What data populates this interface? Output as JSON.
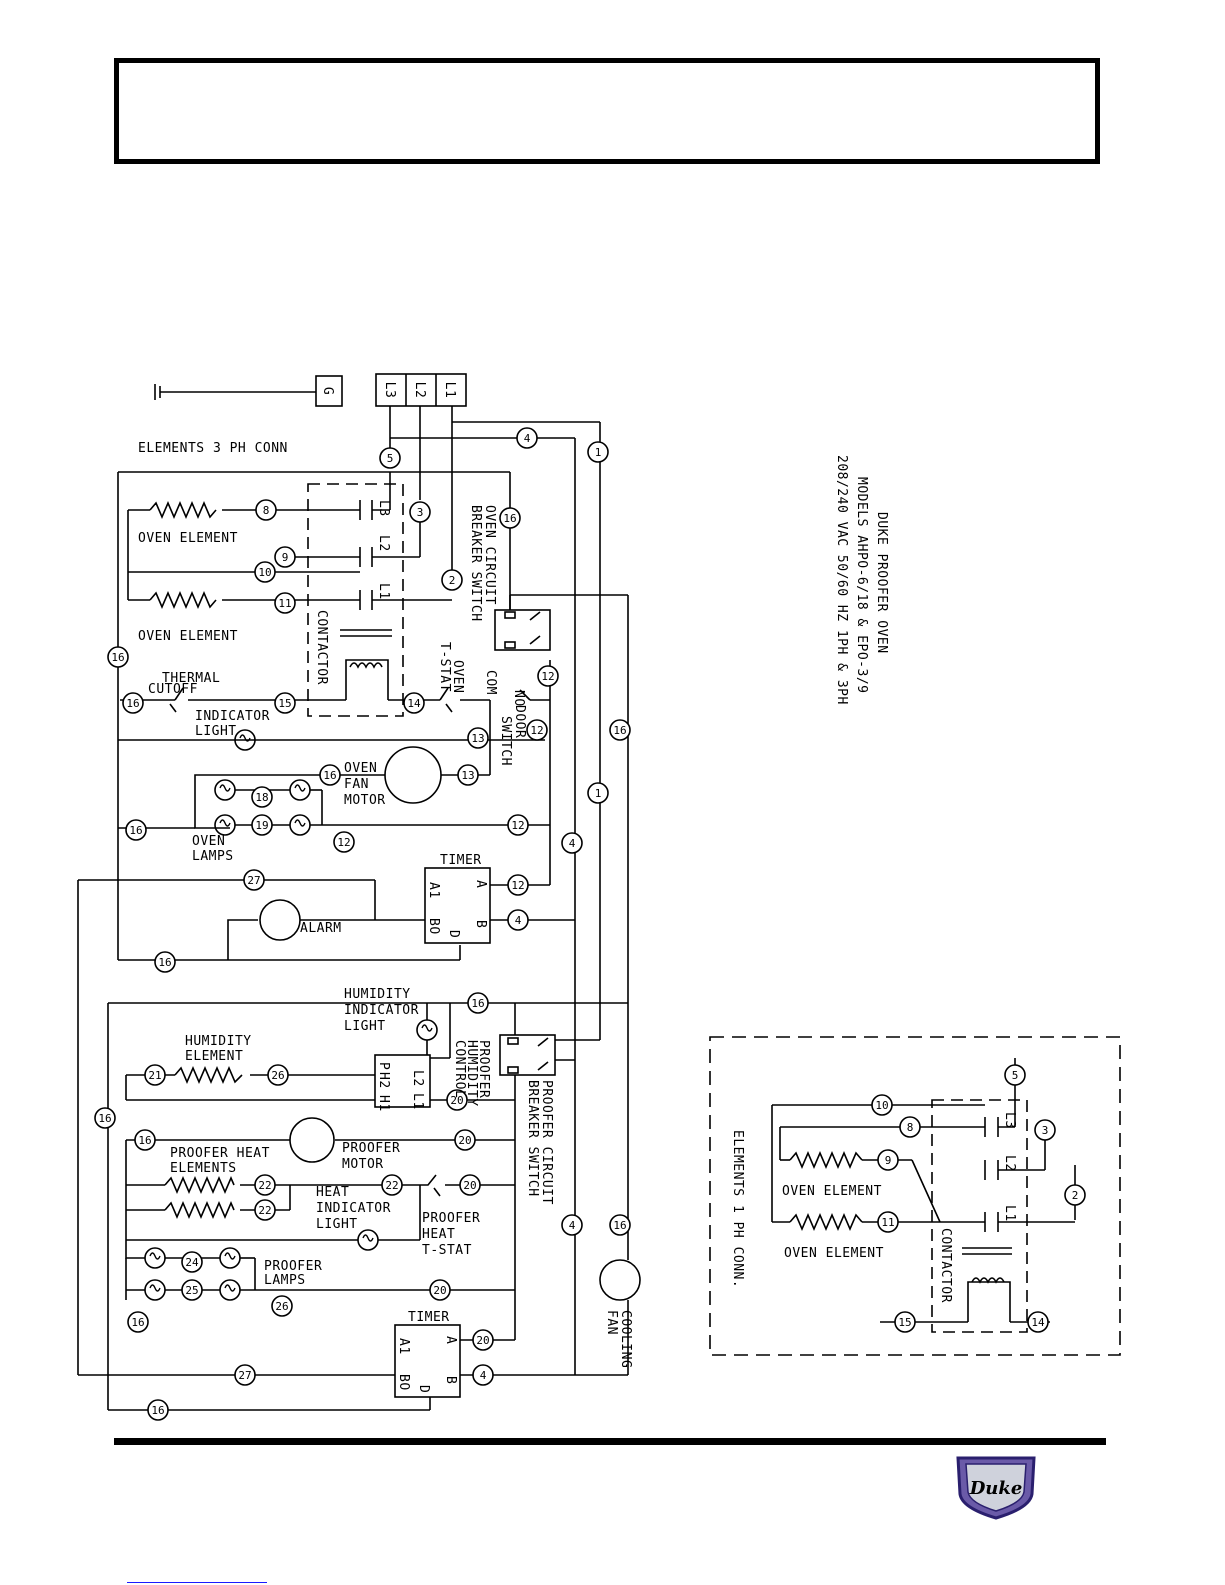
{
  "title": {
    "line1": "DUKE PROOFER OVEN",
    "line2": "MODELS AHPO-6/18 & EPO-3/9",
    "line3": "208/240 VAC 50/60 HZ 1PH & 3PH"
  },
  "supply": {
    "ground": "G",
    "lines": [
      "L3",
      "L2",
      "L1"
    ]
  },
  "labels": {
    "elements_3ph": "ELEMENTS 3 PH CONN",
    "oven_element_top": "OVEN ELEMENT",
    "oven_element_bottom": "OVEN ELEMENT",
    "contactor": "CONTACTOR",
    "oven_cb_1": "OVEN CIRCUIT",
    "oven_cb_2": "BREAKER SWITCH",
    "oven_tstat_1": "OVEN",
    "oven_tstat_2": "T-STAT",
    "com": "COM",
    "no": "NO",
    "door_switch_1": "DOOR",
    "door_switch_2": "SWITCH",
    "thermal_cutoff_1": "THERMAL",
    "thermal_cutoff_2": "CUTOFF",
    "indicator_light_1": "INDICATOR",
    "indicator_light_2": "LIGHT",
    "oven_fan_1": "OVEN",
    "oven_fan_2": "FAN",
    "oven_fan_3": "MOTOR",
    "oven_lamps_1": "OVEN",
    "oven_lamps_2": "LAMPS",
    "timer_top": "TIMER",
    "alarm": "ALARM",
    "humidity_ind_1": "HUMIDITY",
    "humidity_ind_2": "INDICATOR",
    "humidity_ind_3": "LIGHT",
    "humidity_element_1": "HUMIDITY",
    "humidity_element_2": "ELEMENT",
    "proofer_humidity_1": "PROOFER",
    "proofer_humidity_2": "HUMIDITY",
    "proofer_humidity_3": "CONTROL",
    "proofer_cb_1": "PROOFER CIRCUIT",
    "proofer_cb_2": "BREAKER SWITCH",
    "proofer_heat_el_1": "PROOFER HEAT",
    "proofer_heat_el_2": "ELEMENTS",
    "proofer_motor_1": "PROOFER",
    "proofer_motor_2": "MOTOR",
    "heat_ind_1": "HEAT",
    "heat_ind_2": "INDICATOR",
    "heat_ind_3": "LIGHT",
    "proofer_tstat_1": "PROOFER",
    "proofer_tstat_2": "HEAT",
    "proofer_tstat_3": "T-STAT",
    "proofer_lamps_1": "PROOFER",
    "proofer_lamps_2": "LAMPS",
    "timer_bottom": "TIMER",
    "cooling_fan_1": "COOLING",
    "cooling_fan_2": "FAN",
    "elements_1ph": "ELEMENTS 1 PH CONN.",
    "inset_oven_element_1": "OVEN ELEMENT",
    "inset_oven_element_2": "OVEN ELEMENT",
    "inset_contactor": "CONTACTOR"
  },
  "timer_terminals": {
    "a1": "A1",
    "a": "A",
    "b": "B",
    "bo": "BO",
    "d": "D"
  },
  "contactor_terminals": [
    "L3",
    "L2",
    "L1"
  ],
  "humidity_control_terminals": {
    "p": "P",
    "h2": "H2",
    "h1": "H1",
    "l2": "L2",
    "l1": "L1"
  },
  "wires": {
    "w1": "1",
    "w2": "2",
    "w3": "3",
    "w4": "4",
    "w5": "5",
    "w8": "8",
    "w9": "9",
    "w10": "10",
    "w11": "11",
    "w12": "12",
    "w13": "13",
    "w14": "14",
    "w15": "15",
    "w16": "16",
    "w18": "18",
    "w19": "19",
    "w20": "20",
    "w21": "21",
    "w22": "22",
    "w24": "24",
    "w25": "25",
    "w26": "26",
    "w27": "27"
  },
  "logo": {
    "text": "Duke",
    "colors": {
      "shield": "#6a5aa8",
      "border": "#2a1f6e",
      "metal": "#cfd2dc"
    }
  }
}
